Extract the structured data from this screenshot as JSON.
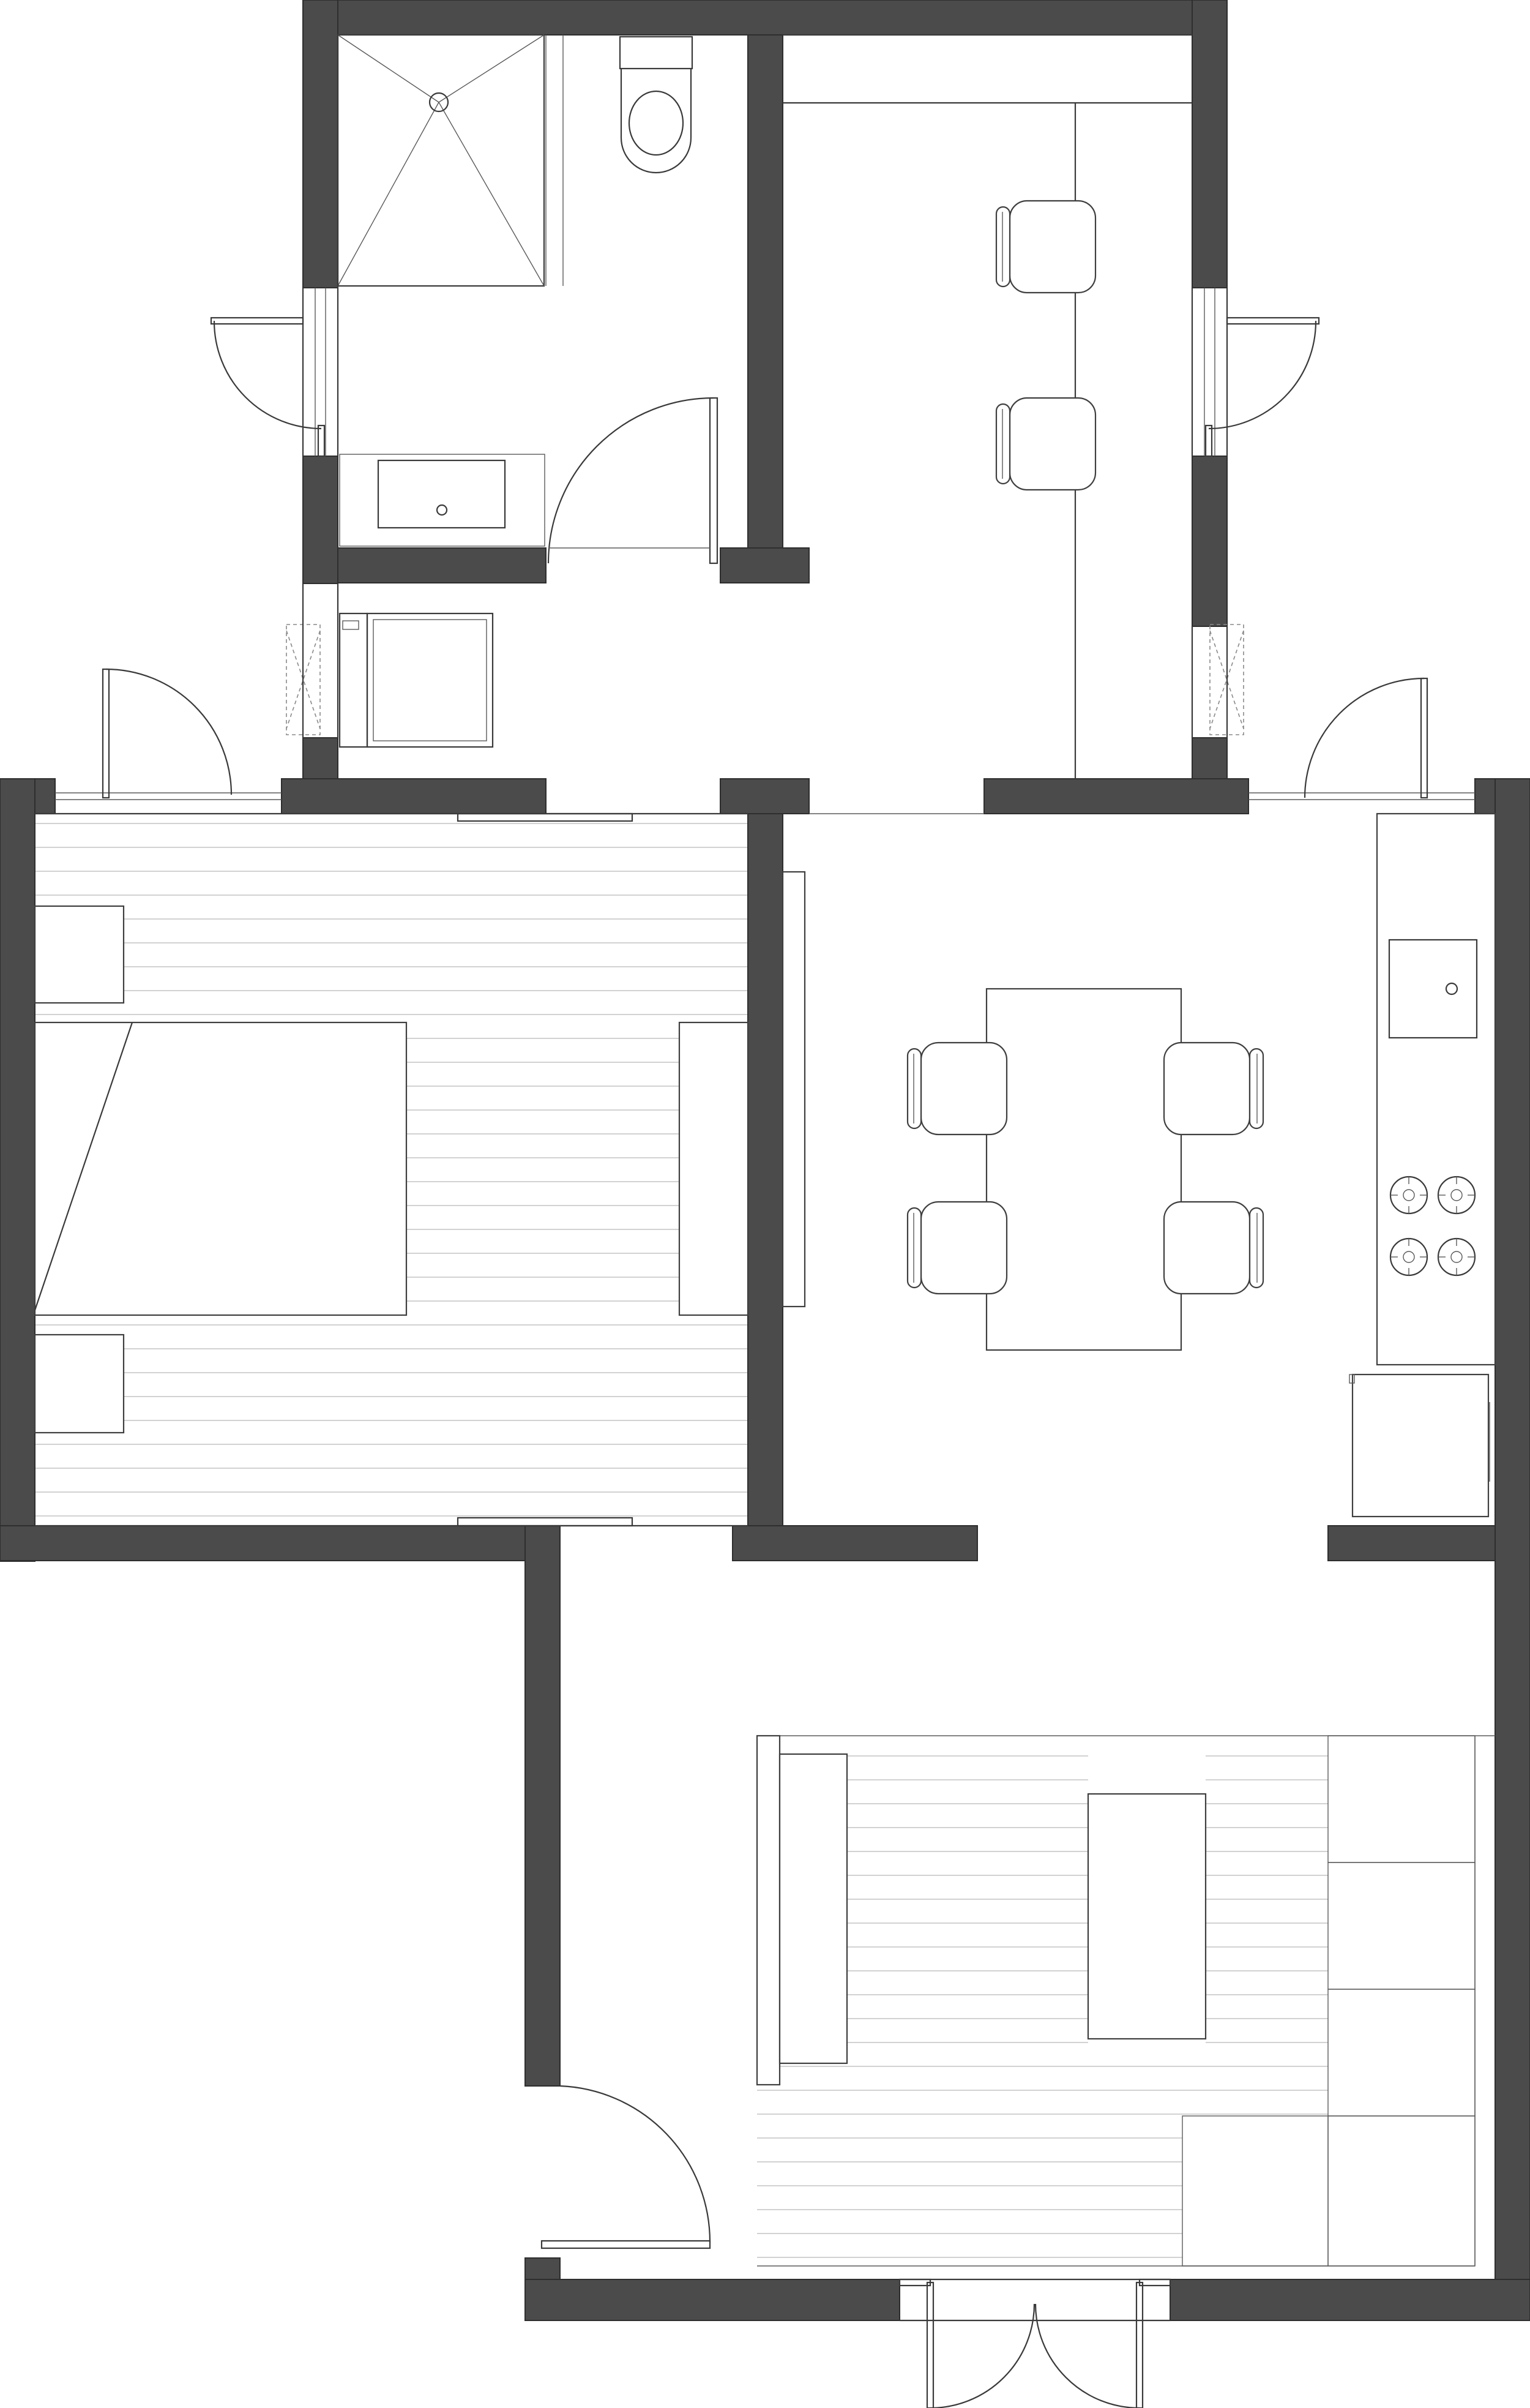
{
  "plan": {
    "type": "architectural-floor-plan",
    "colors": {
      "wall": "#4b4b4b",
      "line": "#3a3a3a",
      "floor_lines": "#c4c4c4",
      "background": "#ffffff"
    },
    "rooms": [
      "bathroom",
      "corridor",
      "dining-room",
      "bedroom",
      "kitchen-dining",
      "living-room"
    ],
    "counts": {
      "exterior_doors": 5,
      "chairs": 6,
      "stove_burners": 4
    }
  }
}
